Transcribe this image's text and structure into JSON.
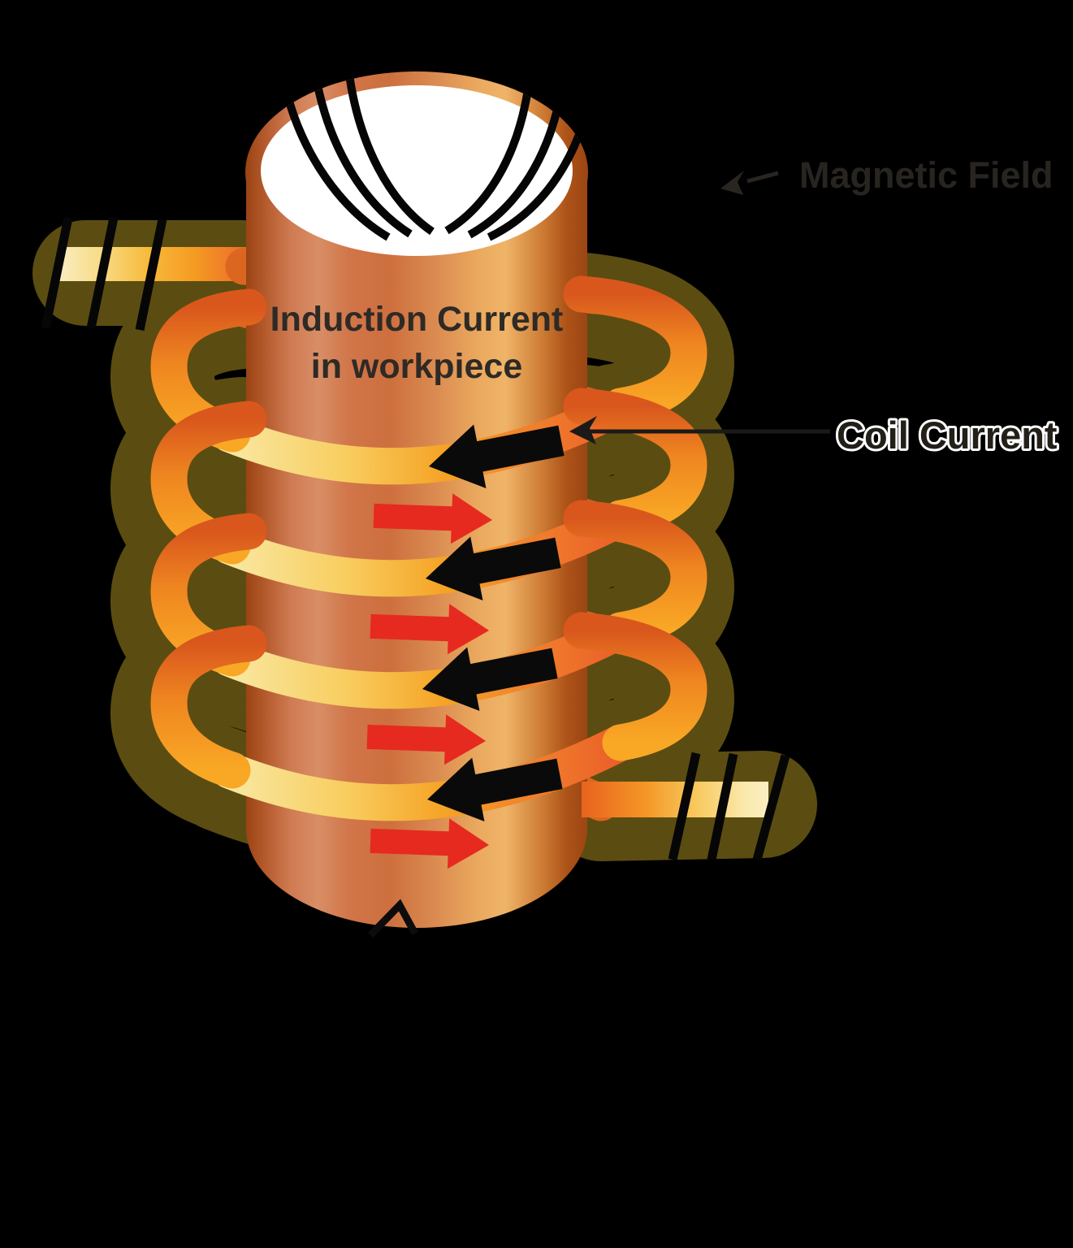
{
  "diagram": {
    "type": "induction-heating-coil-diagram",
    "background_color": "#000000",
    "workpiece_label": {
      "line1": "Induction Current",
      "line2": "in workpiece"
    },
    "labels": {
      "magnetic_field": "Magnetic Field",
      "coil_current": "Coil Current"
    },
    "coil": {
      "turns": 4,
      "coil_current_arrow_count": 4,
      "coil_current_arrow_direction": "left",
      "induction_current_arrow_count": 4,
      "induction_current_arrow_direction": "right",
      "lead_band_stripes_per_lead": 3
    },
    "colors": {
      "shadow_olive": "#5b4d11",
      "coil_pale_yellow": "#f9e8a2",
      "coil_yellow": "#f8cd5f",
      "coil_orange": "#f5a326",
      "coil_deep_orange": "#e95f26",
      "coil_dark_red_orange": "#d9571d",
      "copper_dark": "#9c4514",
      "copper_mid": "#cd6f3e",
      "copper_light": "#eaa95e",
      "workpiece_opening": "#ffffff",
      "coil_current_arrow": "#0a0a0a",
      "induction_current_arrow": "#e62a20",
      "label_text": "#2b2825",
      "coil_current_label_outline": "#ffffff"
    }
  }
}
